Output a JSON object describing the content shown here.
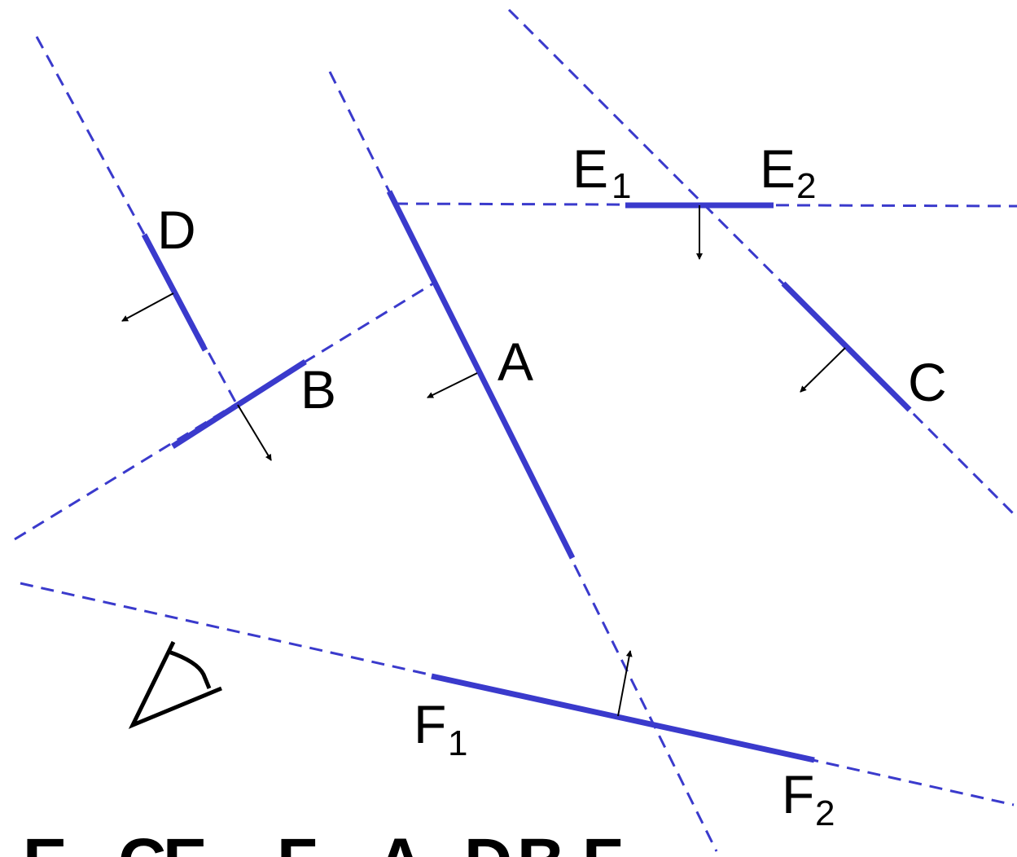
{
  "colors": {
    "segment": "#3a3acc",
    "dashed": "#3a3acc",
    "normal": "#000000",
    "text": "#000000",
    "background": "#ffffff"
  },
  "labels": {
    "A": "A",
    "B": "B",
    "C": "C",
    "D": "D",
    "E1": "E",
    "E1_sub": "1",
    "E2": "E",
    "E2_sub": "2",
    "F1": "F",
    "F1_sub": "1",
    "F2": "F",
    "F2_sub": "2"
  },
  "ordering": [
    "E",
    "C",
    "E",
    "F",
    "A",
    "D",
    "B",
    "F"
  ],
  "icons": {
    "viewer": "eye-viewpoint-icon"
  }
}
